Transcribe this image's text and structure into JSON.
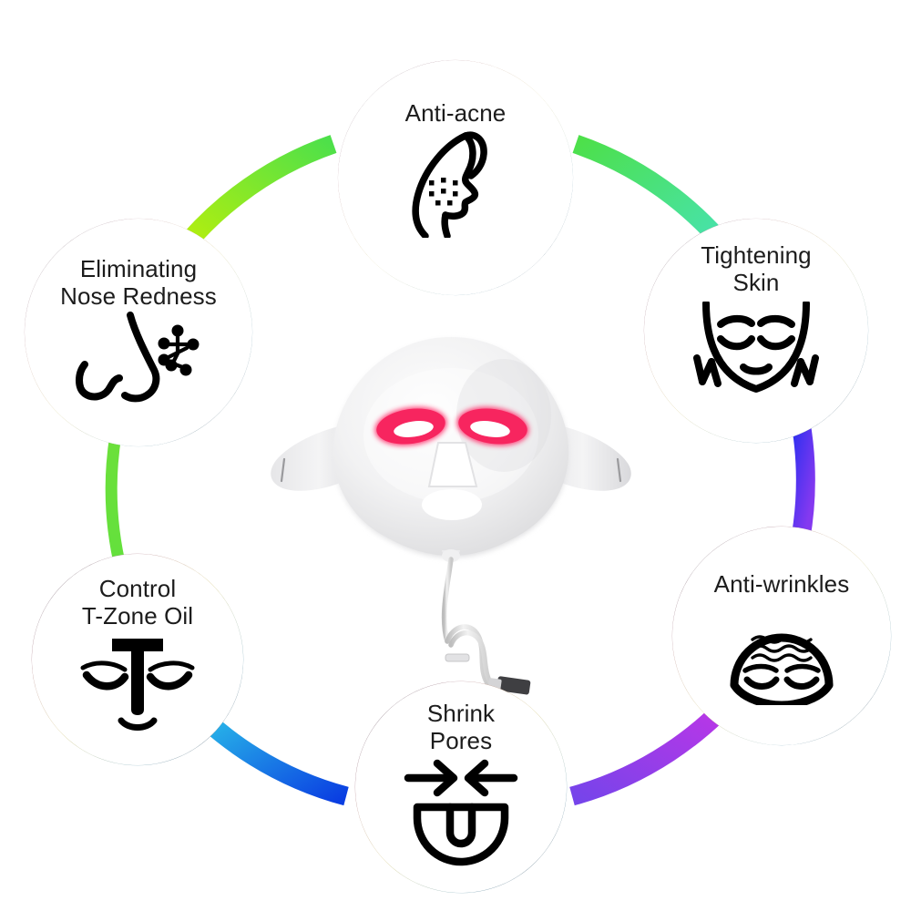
{
  "infographic": {
    "title": "LED Facial Mask Benefits Wheel",
    "background_color": "#ffffff",
    "center_device": {
      "name": "LED light therapy facial mask",
      "body_color": "#f2f2f2",
      "led_color": "#f72360",
      "cable_color": "#d9d9d9",
      "connector_color": "#4a4a4a"
    },
    "nodes": [
      {
        "id": "anti-acne",
        "label": "Anti-acne",
        "icon": "face-profile-acne-icon",
        "position": "top"
      },
      {
        "id": "tightening-skin",
        "label": "Tightening\nSkin",
        "icon": "face-lift-tightening-icon",
        "position": "top-right"
      },
      {
        "id": "anti-wrinkles",
        "label": "Anti-wrinkles",
        "icon": "face-forehead-wrinkles-icon",
        "position": "bottom-right"
      },
      {
        "id": "shrink-pores",
        "label": "Shrink\nPores",
        "icon": "face-arrows-pores-icon",
        "position": "bottom"
      },
      {
        "id": "control-t-zone-oil",
        "label": "Control\nT-Zone Oil",
        "icon": "face-t-zone-icon",
        "position": "bottom-left"
      },
      {
        "id": "eliminating-nose-redness",
        "label": "Eliminating\nNose Redness",
        "icon": "nose-redness-icon",
        "position": "top-left"
      }
    ],
    "ring": {
      "stroke_width": 18,
      "segments": [
        {
          "from": "eliminating-nose-redness",
          "to": "anti-acne",
          "color_start": "#c8f000",
          "color_end": "#4fe04a"
        },
        {
          "from": "anti-acne",
          "to": "tightening-skin",
          "color_start": "#4ee04a",
          "color_end": "#47e2c8"
        },
        {
          "from": "tightening-skin",
          "to": "anti-wrinkles",
          "color_start": "#2033ef",
          "color_end": "#8237f0"
        },
        {
          "from": "anti-wrinkles",
          "to": "shrink-pores",
          "color_start": "#c435e8",
          "color_end": "#7b44ea"
        },
        {
          "from": "shrink-pores",
          "to": "control-t-zone-oil",
          "color_start": "#0b3fe0",
          "color_end": "#35d7e8"
        },
        {
          "from": "control-t-zone-oil",
          "to": "eliminating-nose-redness",
          "color_start": "#5fe03c",
          "color_end": "#6de03a"
        }
      ],
      "node_border_colors": [
        "#4a4a55",
        "#b98f9a",
        "#d9cf8a",
        "#8fb4c4"
      ]
    }
  }
}
